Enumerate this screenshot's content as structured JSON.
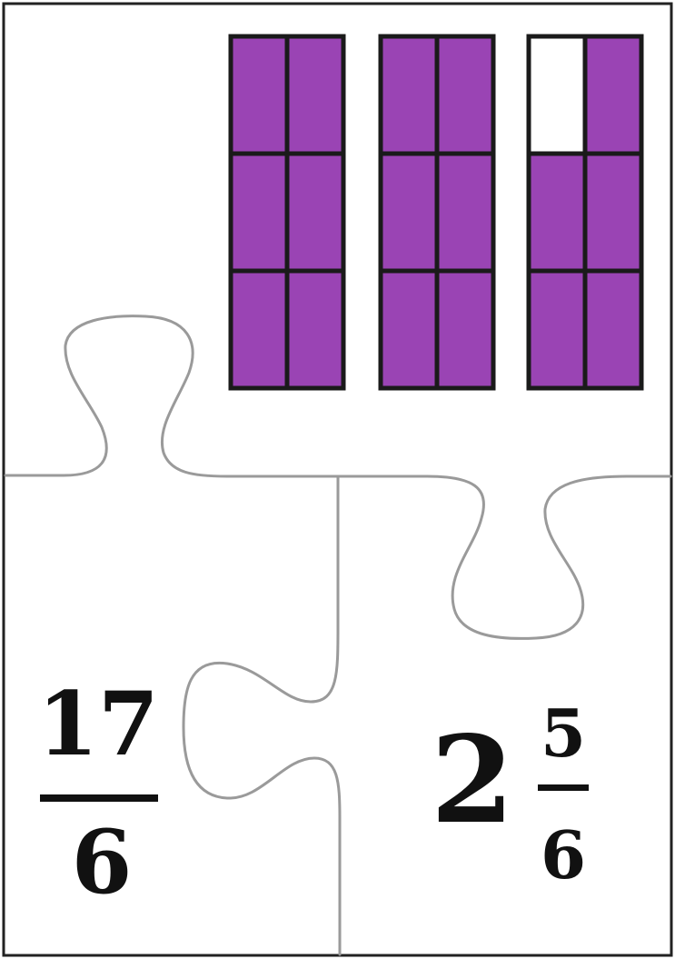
{
  "colors": {
    "filled": "#9a44b4",
    "empty": "#ffffff",
    "grid_line": "#1a1a1a",
    "puzzle_line": "#9a9a9a",
    "border": "#222222",
    "text": "#111111"
  },
  "fraction_model": {
    "bars": [
      {
        "columns": 2,
        "rows": 3,
        "shaded": 6,
        "cells": [
          [
            true,
            true
          ],
          [
            true,
            true
          ],
          [
            true,
            true
          ]
        ]
      },
      {
        "columns": 2,
        "rows": 3,
        "shaded": 6,
        "cells": [
          [
            true,
            true
          ],
          [
            true,
            true
          ],
          [
            true,
            true
          ]
        ]
      },
      {
        "columns": 2,
        "rows": 3,
        "shaded": 5,
        "cells": [
          [
            false,
            true
          ],
          [
            true,
            true
          ],
          [
            true,
            true
          ]
        ]
      }
    ]
  },
  "improper_fraction": {
    "numerator": "17",
    "denominator": "6"
  },
  "mixed_number": {
    "whole": "2",
    "numerator": "5",
    "denominator": "6"
  }
}
